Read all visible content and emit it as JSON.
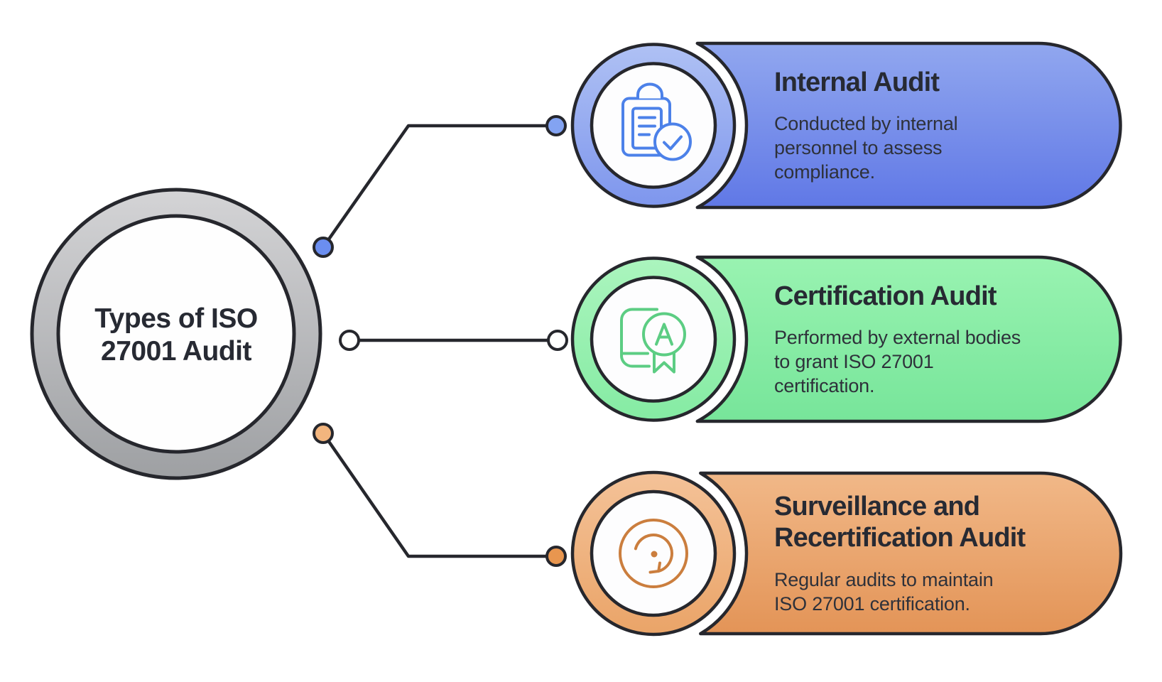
{
  "center": {
    "label": "Types of ISO\n27001 Audit",
    "ring_top": "#D4D4D6",
    "ring_bottom": "#9EA0A3",
    "inner_fill": "#FEFEFE"
  },
  "outline_color": "#26272D",
  "text_color": "#272A33",
  "background": "#FFFFFF",
  "cards": [
    {
      "title": "Internal Audit",
      "description": "Conducted by internal\npersonnel to assess\ncompliance.",
      "icon": "clipboard-check-icon",
      "colors": {
        "card_top": "#91A7EF",
        "card_bottom": "#6078E6",
        "ring_top": "#AFC1F4",
        "ring_bottom": "#7E96ED",
        "icon": "#4C81E9",
        "dot_start": "#6B8EF0",
        "dot_end": "#83A3F2"
      }
    },
    {
      "title": "Certification Audit",
      "description": "Performed by external bodies\nto grant ISO 27001\ncertification.",
      "icon": "certificate-a-icon",
      "colors": {
        "card_top": "#99F3B1",
        "card_bottom": "#77E59A",
        "ring_top": "#ABF5BE",
        "ring_bottom": "#85EBA3",
        "icon": "#5CCD83",
        "dot_start": "#FFFFFF",
        "dot_end": "#FFFFFF"
      }
    },
    {
      "title": "Surveillance and\nRecertification Audit",
      "description": "Regular audits to maintain\nISO 27001 certification.",
      "icon": "refresh-icon",
      "colors": {
        "card_top": "#F1B888",
        "card_bottom": "#E39457",
        "ring_top": "#F4C298",
        "ring_bottom": "#EAA468",
        "icon": "#CB7E3E",
        "dot_start": "#F2B57E",
        "dot_end": "#E8964F"
      }
    }
  ]
}
